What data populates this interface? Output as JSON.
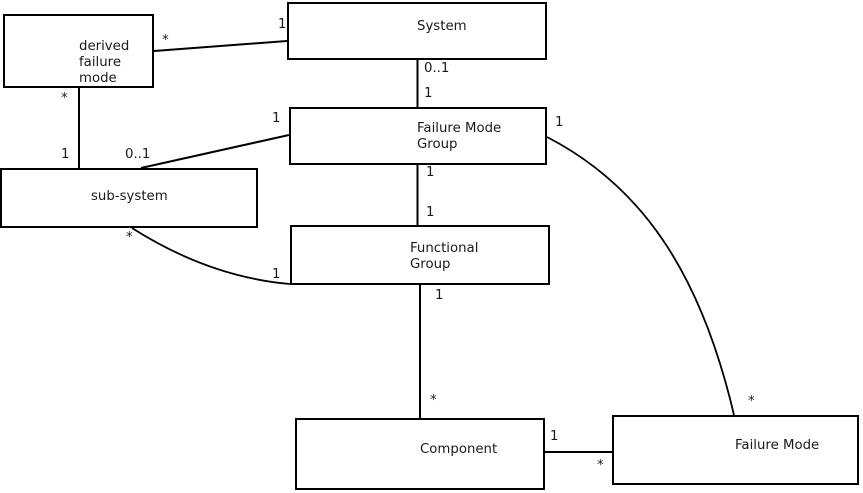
{
  "diagram": {
    "type": "uml-class-diagram",
    "background_color": "#ffffff",
    "line_color": "#000000",
    "text_color": "#1a1a1a",
    "entities": [
      {
        "label": "derived\nfailure\nmode"
      },
      {
        "label": "System"
      },
      {
        "label": "Failure Mode\nGroup"
      },
      {
        "label": "sub-system"
      },
      {
        "label": "Functional\nGroup"
      },
      {
        "label": "Component"
      },
      {
        "label": "Failure Mode"
      }
    ],
    "relations": [
      {
        "a": "derived failure mode",
        "a_card": "*",
        "b": "System",
        "b_card": "1"
      },
      {
        "a": "derived failure mode",
        "a_card": "*",
        "b": "sub-system",
        "b_card": "1"
      },
      {
        "a": "sub-system",
        "a_card": "0..1",
        "b": "Failure Mode Group",
        "b_card": "1"
      },
      {
        "a": "System",
        "a_card": "0..1",
        "b": "Failure Mode Group",
        "b_card": "1"
      },
      {
        "a": "Failure Mode Group",
        "a_card": "1",
        "b": "Functional Group",
        "b_card": "1"
      },
      {
        "a": "Functional Group",
        "a_card": "1",
        "b": "Component",
        "b_card": "*"
      },
      {
        "a": "Component",
        "a_card": "1",
        "b": "Failure Mode",
        "b_card": "*"
      },
      {
        "a": "sub-system",
        "a_card": "*",
        "b": "Functional Group",
        "b_card": "1"
      },
      {
        "a": "Failure Mode Group",
        "a_card": "1",
        "b": "Failure Mode",
        "b_card": "*"
      }
    ]
  }
}
